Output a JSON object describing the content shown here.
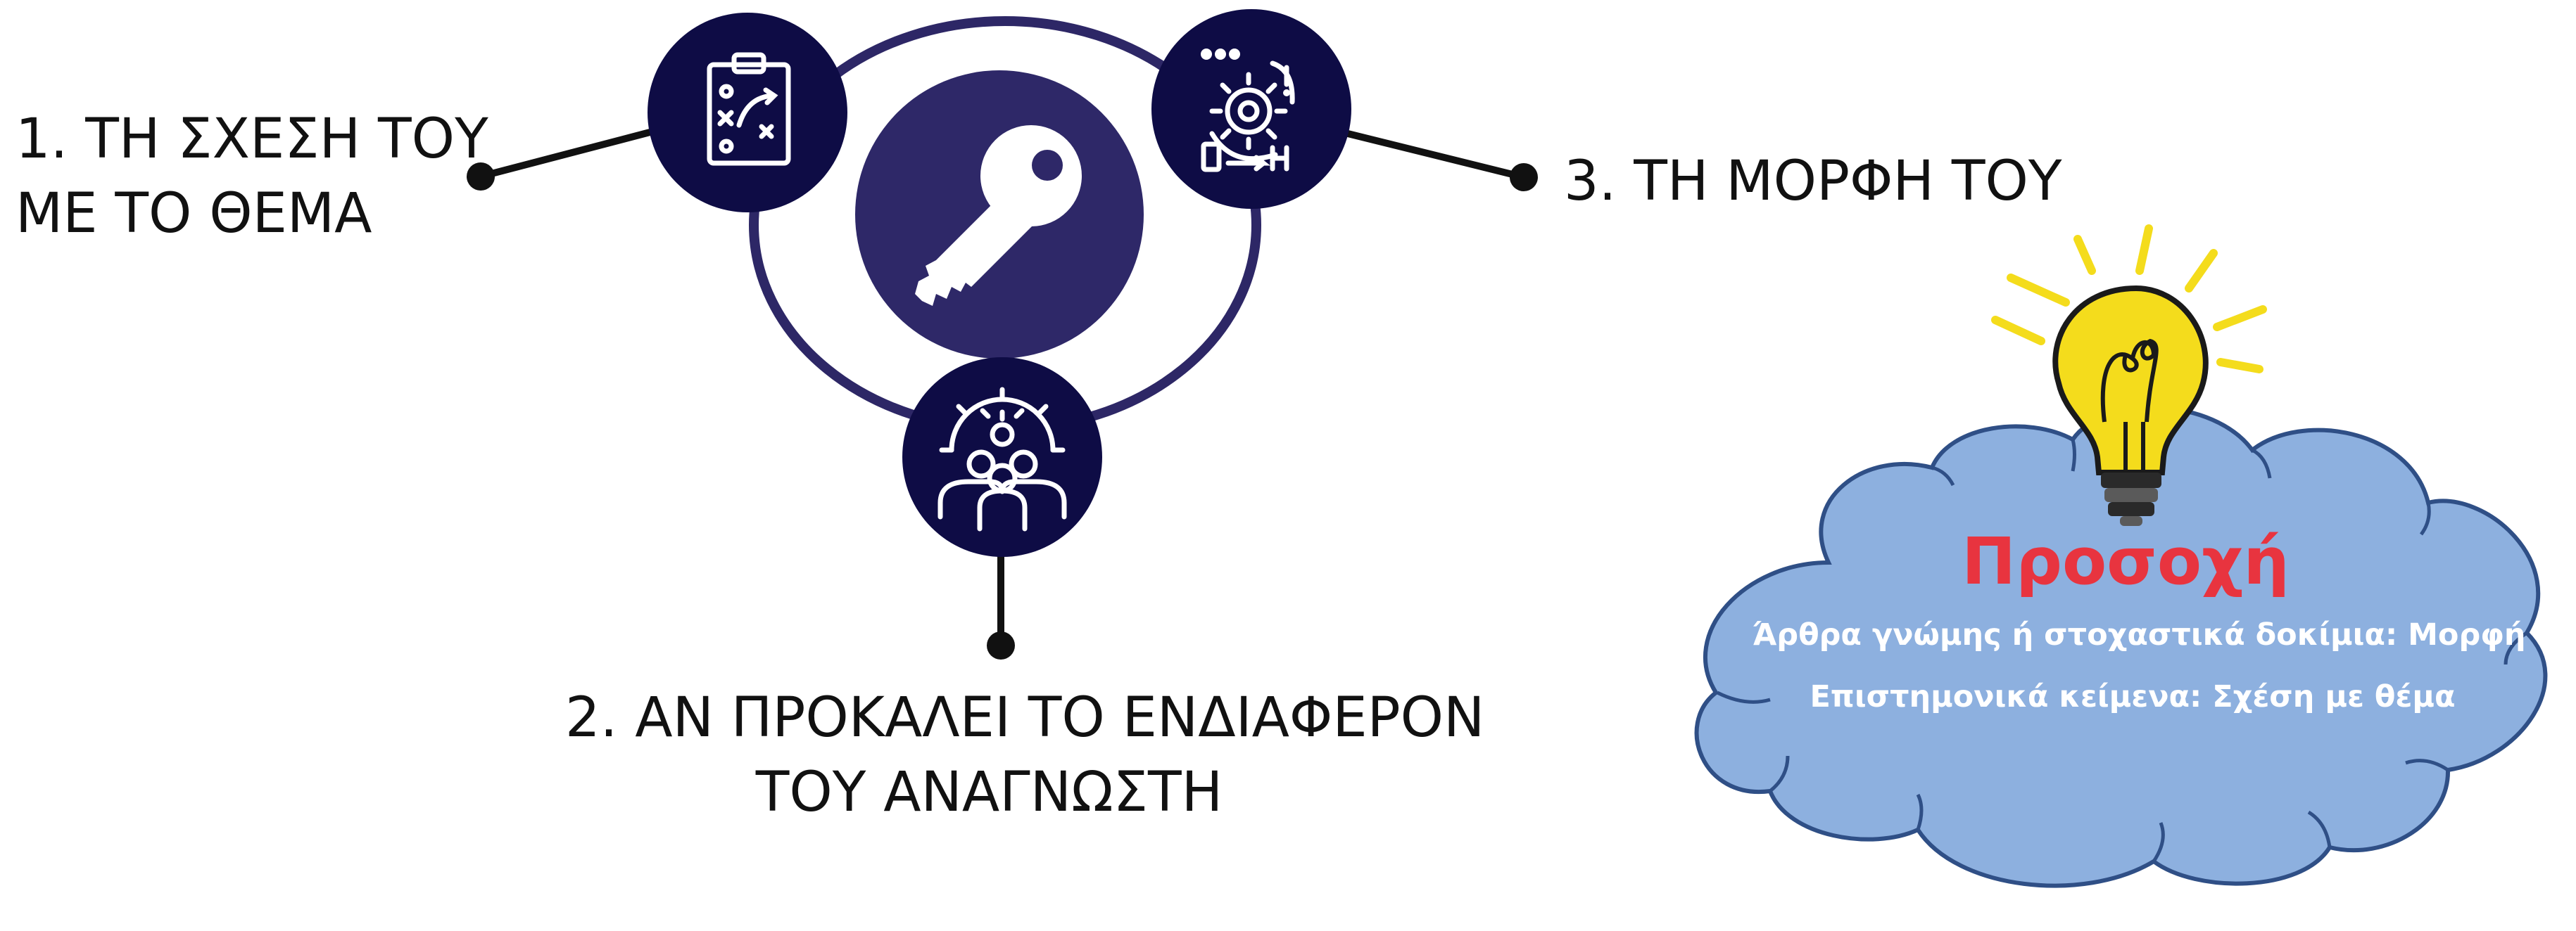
{
  "items": [
    {
      "lines": [
        "1. ΤΗ ΣΧΕΣΗ ΤΟΥ",
        "ΜΕ ΤΟ ΘΕΜΑ"
      ],
      "icon": "strategy-clipboard-icon"
    },
    {
      "lines": [
        "2. ΑΝ ΠΡΟΚΑΛΕΙ ΤΟ ΕΝΔΙΑΦΕΡΟΝ",
        "ΤΟΥ ΑΝΑΓΝΩΣΤΗ"
      ],
      "icon": "team-idea-gear-icon"
    },
    {
      "lines": [
        "3. ΤΗ ΜΟΡΦΗ ΤΟΥ"
      ],
      "icon": "process-gear-icon"
    }
  ],
  "center_icon": "key-icon",
  "note": {
    "title": "Προσοχή",
    "lines": [
      "Άρθρα γνώμης ή στοχαστικά δοκίμια: Μορφή",
      "Επιστημονικά κείμενα: Σχέση με θέμα"
    ],
    "icon": "lightbulb-icon"
  },
  "colors": {
    "ring": "#2d2766",
    "center_disc": "#2e2868",
    "icon_circle": "#0e0c45",
    "cloud_fill": "#8db0df",
    "cloud_stroke": "#2f4f86",
    "warning_red": "#e8343f",
    "bulb_yellow": "#f4dc1c"
  }
}
